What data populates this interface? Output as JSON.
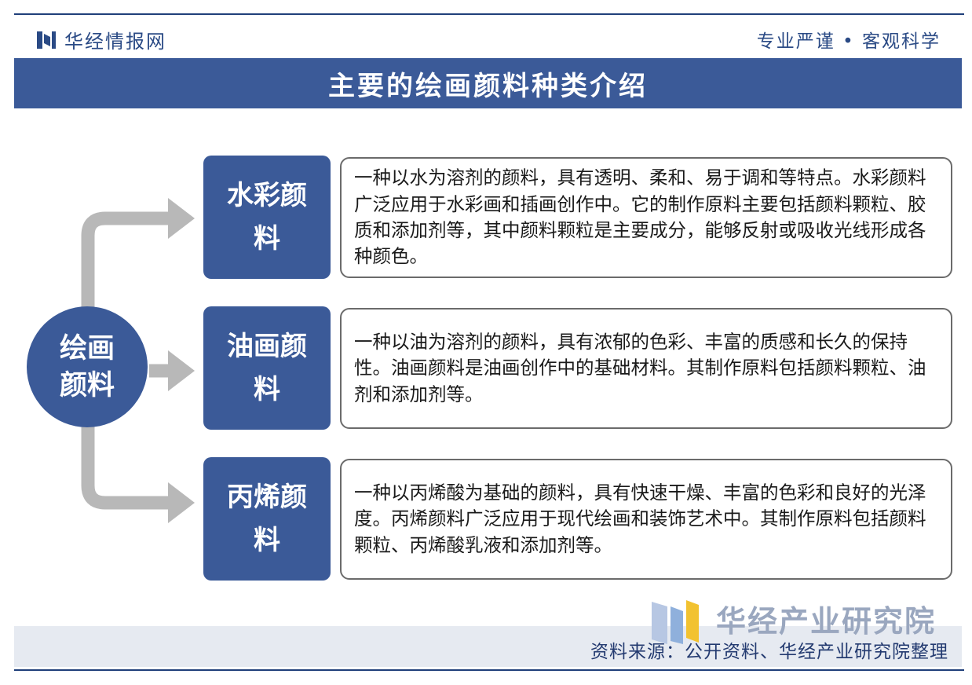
{
  "header": {
    "brand_name": "华经情报网",
    "slogan": "专业严谨 • 客观科学"
  },
  "title": "主要的绘画颜料种类介绍",
  "center": {
    "label": "绘画颜料"
  },
  "types": [
    {
      "name": "水彩颜料",
      "description": "一种以水为溶剂的颜料，具有透明、柔和、易于调和等特点。水彩颜料广泛应用于水彩画和插画创作中。它的制作原料主要包括颜料颗粒、胶质和添加剂等，其中颜料颗粒是主要成分，能够反射或吸收光线形成各种颜色。"
    },
    {
      "name": "油画颜料",
      "description": "一种以油为溶剂的颜料，具有浓郁的色彩、丰富的质感和长久的保持性。油画颜料是油画创作中的基础材料。其制作原料包括颜料颗粒、油剂和添加剂等。"
    },
    {
      "name": "丙烯颜料",
      "description": "一种以丙烯酸为基础的颜料，具有快速干燥、丰富的色彩和良好的光泽度。丙烯颜料广泛应用于现代绘画和装饰艺术中。其制作原料包括颜料颗粒、丙烯酸乳液和添加剂等。"
    }
  ],
  "footer": {
    "org_name": "华经产业研究院",
    "source": "资料来源：公开资料、华经产业研究院整理"
  },
  "colors": {
    "primary": "#3b5a98",
    "accent_yellow": "#f2c230",
    "arrow_gray": "#b8b8b8"
  }
}
